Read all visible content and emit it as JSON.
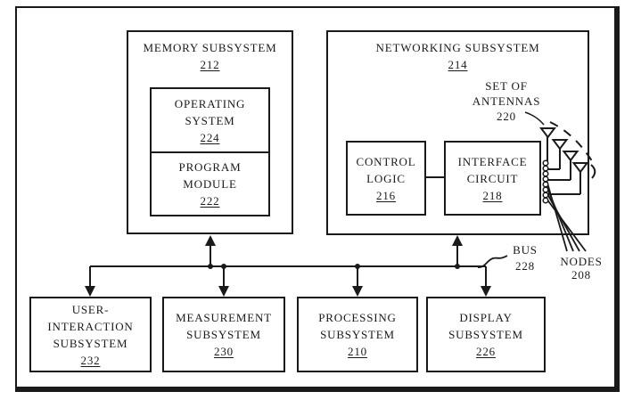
{
  "figure": {
    "ink_color": "#1a1a1a",
    "blocks": {
      "memory": {
        "title": "MEMORY SUBSYSTEM",
        "ref": "212"
      },
      "operating_system": {
        "line1": "OPERATING",
        "line2": "SYSTEM",
        "ref": "224"
      },
      "program_module": {
        "line1": "PROGRAM",
        "line2": "MODULE",
        "ref": "222"
      },
      "networking": {
        "title": "NETWORKING SUBSYSTEM",
        "ref": "214"
      },
      "control_logic": {
        "line1": "CONTROL",
        "line2": "LOGIC",
        "ref": "216"
      },
      "interface_circuit": {
        "line1": "INTERFACE",
        "line2": "CIRCUIT",
        "ref": "218"
      },
      "user_interaction": {
        "line1": "USER-",
        "line2": "INTERACTION",
        "line3": "SUBSYSTEM",
        "ref": "232"
      },
      "measurement": {
        "line1": "MEASUREMENT",
        "line2": "SUBSYSTEM",
        "ref": "230"
      },
      "processing": {
        "line1": "PROCESSING",
        "line2": "SUBSYSTEM",
        "ref": "210"
      },
      "display": {
        "line1": "DISPLAY",
        "line2": "SUBSYSTEM",
        "ref": "226"
      }
    },
    "labels": {
      "antennas": {
        "line1": "SET OF",
        "line2": "ANTENNAS",
        "ref": "220"
      },
      "bus": {
        "line1": "BUS",
        "ref": "228"
      },
      "nodes": {
        "line1": "NODES",
        "ref": "208"
      }
    }
  }
}
